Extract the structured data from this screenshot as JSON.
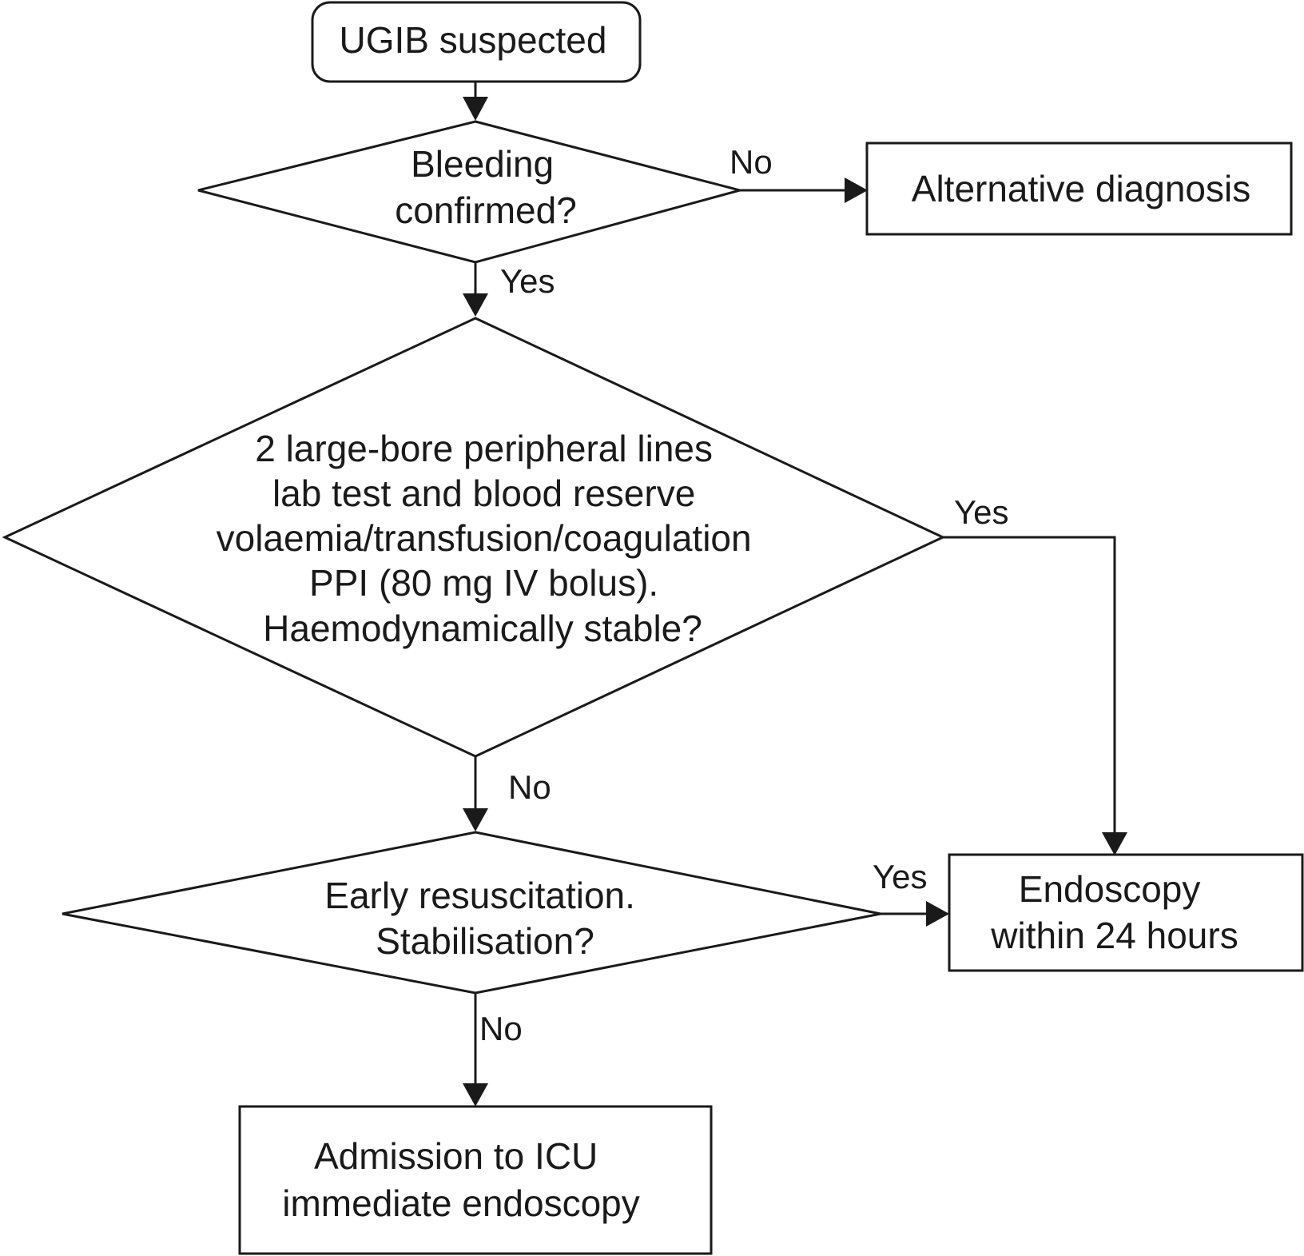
{
  "nodes": {
    "start": {
      "lines": [
        "UGIB suspected"
      ]
    },
    "bleeding_confirmed": {
      "lines": [
        "Bleeding",
        "confirmed?"
      ]
    },
    "alternative_diagnosis": {
      "lines": [
        "Alternative diagnosis"
      ]
    },
    "stability_check": {
      "lines": [
        "2 large-bore peripheral lines",
        "lab test and blood reserve",
        "volaemia/transfusion/coagulation",
        "PPI (80 mg IV bolus).",
        "Haemodynamically stable?"
      ]
    },
    "resuscitation": {
      "lines": [
        "Early resuscitation.",
        "Stabilisation?"
      ]
    },
    "endoscopy_24h": {
      "lines": [
        "Endoscopy",
        "within 24 hours"
      ]
    },
    "icu_admission": {
      "lines": [
        "Admission to ICU",
        "immediate endoscopy"
      ]
    }
  },
  "edges": {
    "bleeding_no": "No",
    "bleeding_yes": "Yes",
    "stable_yes": "Yes",
    "stable_no": "No",
    "resus_yes": "Yes",
    "resus_no": "No"
  }
}
